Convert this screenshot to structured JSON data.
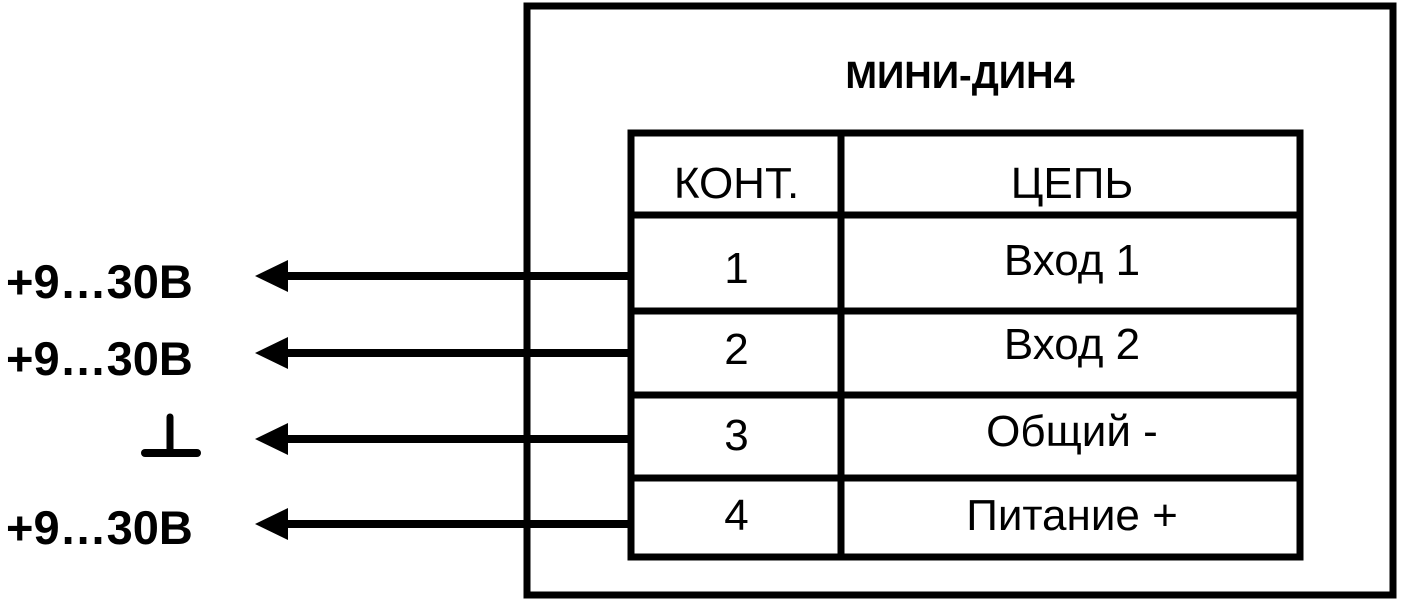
{
  "connector": {
    "title": "МИНИ-ДИН4",
    "headers": {
      "pin": "КОНТ.",
      "circuit": "ЦЕПЬ"
    },
    "rows": [
      {
        "pin": "1",
        "circuit": "Вход 1",
        "external": "+9…30В"
      },
      {
        "pin": "2",
        "circuit": "Вход 2",
        "external": "+9…30В"
      },
      {
        "pin": "3",
        "circuit": "Общий -",
        "external": "ground-symbol"
      },
      {
        "pin": "4",
        "circuit": "Питание +",
        "external": "+9…30В"
      }
    ]
  }
}
